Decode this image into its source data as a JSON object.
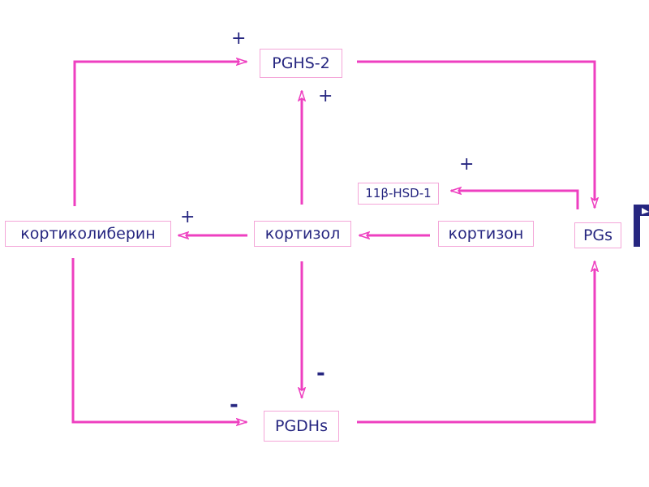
{
  "nodes": {
    "pghs2": "PGHS-2",
    "hsd": "11β-HSD-1",
    "crh": "кортиколиберин",
    "cortisol": "кортизол",
    "cortisone": "кортизон",
    "pgs": "PGs",
    "pgdhs": "PGDHs"
  },
  "signs": {
    "crh_to_pghs2": "+",
    "cortisol_to_pghs2": "+",
    "pgs_to_hsd": "+",
    "cortisol_to_crh": "+",
    "cortisol_to_pgdhs": "-",
    "crh_to_pgdhs": "-"
  },
  "colors": {
    "arrow": "#ee3fc0",
    "text": "#262680",
    "box_border": "#f4a6d8"
  }
}
